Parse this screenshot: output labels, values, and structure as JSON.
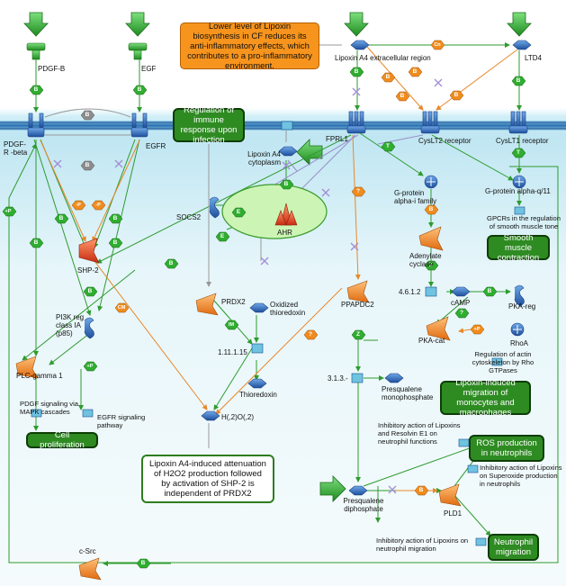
{
  "notes": {
    "cf_note": "Lower level of Lipoxin biosynthesis in CF reduces its anti-inflammatory effects, which contributes to a pro-inflammatory environment.",
    "attenuation_note": "Lipoxin A4-induced attenuation of H2O2 production followed by activation of SHP-2 is independent of PRDX2"
  },
  "process_boxes": {
    "immune": "Regulation of immune response upon infection",
    "smooth_muscle": "Smooth muscle contraction",
    "migration": "Lipoxin-induced migration of monocytes and macrophages",
    "cell_prolif": "Cell proliferation",
    "ros": "ROS production in neutrophils",
    "neutrophil_mig": "Neutrophil migration"
  },
  "labels": {
    "pdgfb": "PDGF-B",
    "egf": "EGF",
    "lipoxin_extra": "Lipoxin A4 extracellular region",
    "ltd4": "LTD4",
    "pdgfr": "PDGF-R -beta",
    "egfr": "EGFR",
    "fprl1": "FPRL1",
    "cyslt2": "CysLT2 receptor",
    "cyslt1": "CysLT1 receptor",
    "lipoxin_cyto": "Lipoxin A4 cytoplasm",
    "socs2": "SOCS2",
    "ahr": "AHR",
    "gi": "G-protein alpha-i family",
    "gq": "G-protein alpha-q/11",
    "gpcr_note": "GPCRs in the regulation of smooth muscle tone",
    "shp2": "SHP-2",
    "adenylate": "Adenylate cyclase",
    "prdx2": "PRDX2",
    "oxthio": "Oxidized thioredoxin",
    "ec4612": "4.6.1.2",
    "camp": "cAMP",
    "pkareg": "PKA-reg",
    "pi3k": "PI3K reg class IA (p85)",
    "ppapdc2": "PPAPDC2",
    "ec11115": "1.11.1.15",
    "pkacat": "PKA-cat",
    "rhoa": "RhoA",
    "actin_note": "Regulation of actin cytoskeleton by Rho GTPases",
    "plcg1": "PLC-gamma 1",
    "ec313": "3.1.3.-",
    "presq_mono": "Presqualene monophosphate",
    "thioredoxin": "Thioredoxin",
    "mapk_note": "PDGF signaling via MAPK cascades",
    "egfr_note": "EGFR signaling pathway",
    "h2o2": "H(,2)O(,2)",
    "resolvin_note": "Inhibitory action of Lipoxins and Resolvin E1 on neutrophil functions",
    "superoxide_note": "Inhibitory action of Lipoxins on Superoxide production in neutrophils",
    "presq_di": "Presqualene diphosphate",
    "pld1": "PLD1",
    "neut_mig_note": "Inhibitory action of Lipoxins on neutrophil migration",
    "csrc": "c-Src"
  },
  "badges": {
    "b": "B",
    "t": "T",
    "z": "Z",
    "cn": "Cn",
    "p": "P",
    "plus_p": "+P",
    "minus_p": "-P",
    "q": "?",
    "e": "E",
    "cm": "CM",
    "im": "IM"
  },
  "colors": {
    "activation": "#2e9b2e",
    "inhibition": "#e8882a",
    "unspecified": "#999999",
    "membrane": "#2a6fb0",
    "process_green": "#2e8b22",
    "note_orange": "#f7941d"
  }
}
